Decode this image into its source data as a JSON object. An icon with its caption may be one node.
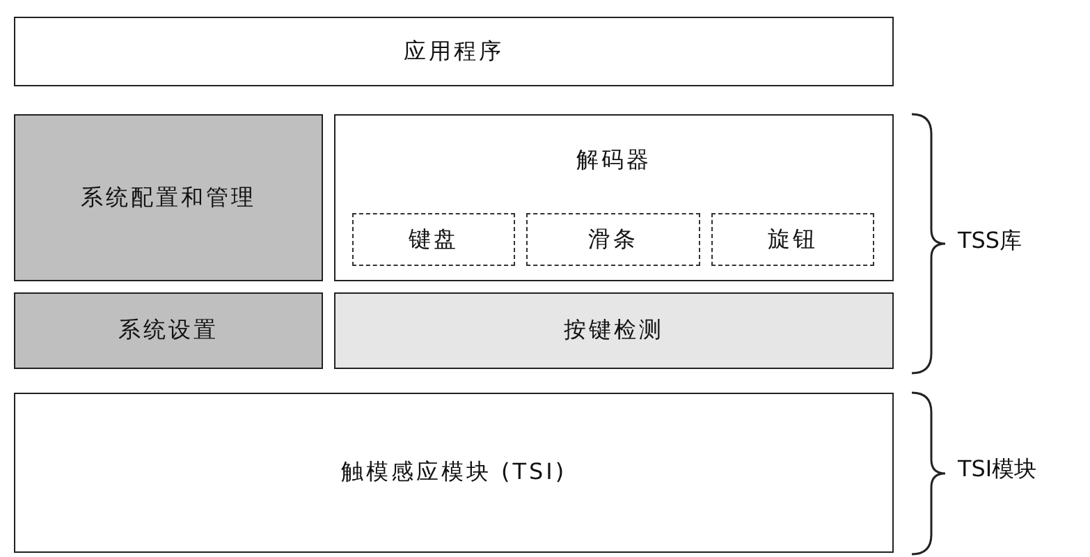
{
  "diagram": {
    "nodes": [
      {
        "text": [
          "应用程序"
        ]
      },
      {
        "text": [
          "系统配置和管理"
        ]
      },
      {
        "text": [
          "解码器"
        ]
      },
      {
        "text": [
          "键盘"
        ],
        "in": 2
      },
      {
        "text": [
          "滑条"
        ],
        "in": 2
      },
      {
        "text": [
          "旋钮"
        ],
        "in": 2
      },
      {
        "text": [
          "系统设置"
        ]
      },
      {
        "text": [
          "按键检测"
        ]
      },
      {
        "text": [
          "触模感应模块 (TSI)"
        ]
      }
    ],
    "labels": [
      "TSS库",
      "TSI模块"
    ]
  }
}
